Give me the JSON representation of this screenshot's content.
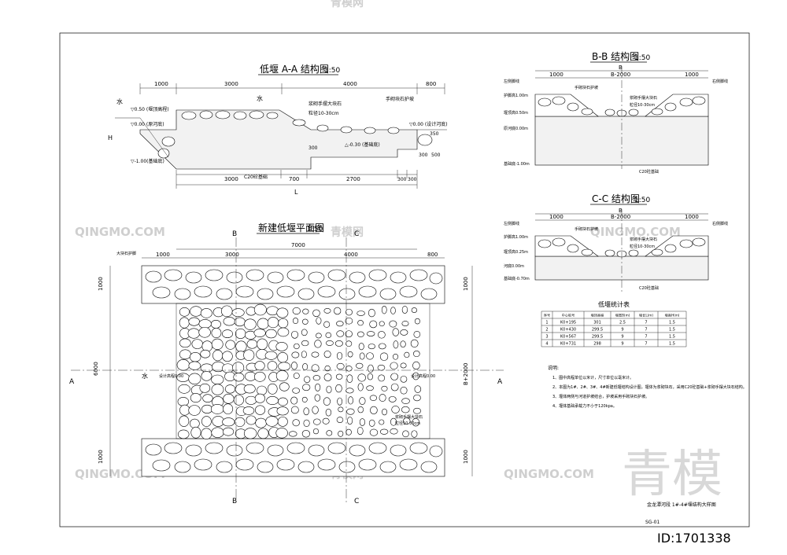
{
  "sections": {
    "aa": {
      "title": "低堰  A-A  结构图",
      "scale": "1:50",
      "dims_top": [
        "1000",
        "3000",
        "4000",
        "800"
      ],
      "dims_bottom": [
        "3000",
        "700",
        "2700",
        "300",
        "300"
      ],
      "total": "L",
      "water_label": "水",
      "height_label": "H",
      "right_dims": [
        "350",
        "300",
        "500"
      ],
      "elev": [
        "▽0.50 (堰顶高程)",
        "▽0.00 (原河底)",
        "▽-1.00(基础底)",
        "▽0.00 (设计河底)",
        "△-0.30 (基础底)"
      ],
      "dim_mid": "300",
      "notes": [
        "手砌块石护坡",
        "浆砌手摆大块石",
        "粒径10-30cm",
        "C20砼基础"
      ]
    },
    "plan": {
      "title": "新建低堰平面图",
      "scale": "1:50",
      "dims_top_total": "7000",
      "dims_top": [
        "1000",
        "3000",
        "4000",
        "800"
      ],
      "dims_left": [
        "1000",
        "6000",
        "1000"
      ],
      "dims_right": [
        "1000",
        "B+2000",
        "1000"
      ],
      "markers": {
        "a": "A",
        "b": "B",
        "c": "C"
      },
      "water_label": "水",
      "labels": [
        "大块石护脚",
        "设计高程0.00",
        "设计高程0.00",
        "浆砌手摆大块石",
        "粒径10-30cm"
      ]
    },
    "bb": {
      "title": "B-B  结构图",
      "scale": "1:50",
      "dims": [
        "1000",
        "B-2000",
        "1000"
      ],
      "total": "B",
      "elev": [
        "护脚高1.00m",
        "堰顶高0.50m",
        "原河底0.00m",
        "基础底-1.00m"
      ],
      "notes": [
        "左侧脚线",
        "右侧脚线",
        "手砌块石护坡",
        "浆砌手摆大块石",
        "粒径10-30cm",
        "C20砼基础"
      ]
    },
    "cc": {
      "title": "C-C  结构图",
      "scale": "1:50",
      "dims": [
        "1000",
        "B-2000",
        "1000"
      ],
      "total": "B",
      "elev": [
        "护脚高1.00m",
        "堰顶高0.25m",
        "河底0.00m",
        "基础底-0.70m"
      ],
      "notes": [
        "左侧脚线",
        "右侧脚线",
        "手砌块石护坡",
        "浆砌手摆大块石",
        "粒径10-30cm",
        "C20砼基础"
      ]
    }
  },
  "table": {
    "title": "低堰统计表",
    "headers": [
      "序号",
      "中心桩号",
      "堰顶高程",
      "堰宽B(m)",
      "堰长L(m)",
      "堰高H(m)"
    ],
    "rows": [
      [
        "1",
        "K0+195",
        "301",
        "2.5",
        "7",
        "1.5"
      ],
      [
        "2",
        "K0+430",
        "299.5",
        "9",
        "7",
        "1.5"
      ],
      [
        "3",
        "K0+567",
        "299.5",
        "9",
        "7",
        "1.5"
      ],
      [
        "4",
        "K0+731",
        "298",
        "9",
        "7",
        "1.5"
      ]
    ]
  },
  "notes": {
    "heading": "说明:",
    "items": [
      "1、图中高程单位以米计，尺寸单位以毫米计。",
      "2、本图为1#、2#、3#、4#新建低堰结构设计图，堰体为浆砌块石，采用C20砼基础+浆砌手摆大块石结构。",
      "3、堰体两侧与河道护坡结合，护坡采用手砌块石护坡。",
      "4、堰体基础承载力不小于120kpa。"
    ]
  },
  "title_block": {
    "project": "金龙潭河段  1#-4#堰结构大样图",
    "drawing_no": "SG-01"
  },
  "watermarks": {
    "site": "QINGMO.COM",
    "brand": "青模网",
    "big": "青模",
    "id": "ID:1701338"
  }
}
